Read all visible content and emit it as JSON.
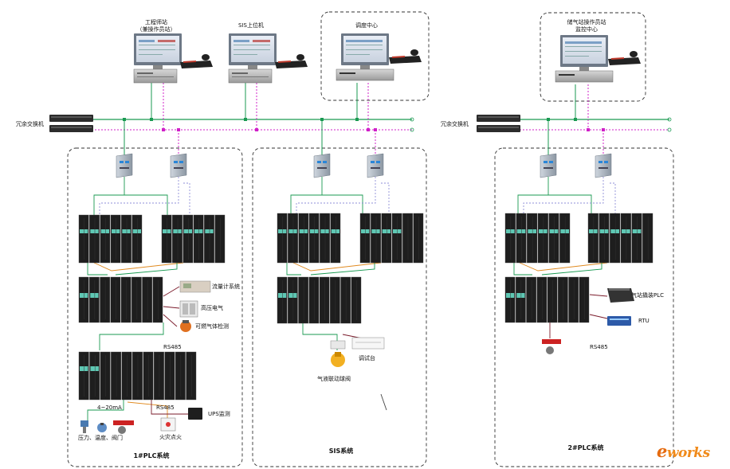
{
  "title": "",
  "nodes": {
    "engineer_station": "工程师站",
    "engineer_station_sub": "（兼操作员站）",
    "sis_station": "SIS上位机",
    "monitor_center": "调度中心",
    "gas_center_l1": "储气站操作员站",
    "gas_center_l2": "监控中心",
    "switch_left": "冗余交换机",
    "switch_right": "冗余交换机",
    "flow_meter": "流量计系统",
    "hv_electric": "高压电气",
    "gas_detector": "可燃气体检测",
    "rs485_a": "RS485",
    "signal_4_20": "4~20mA",
    "rs485_b": "RS485",
    "ups_monitor": "UPS监测",
    "field_instruments": "压力、温度、阀门",
    "fire_alarm": "火灾点火",
    "gas_valve": "气液联动球阀",
    "test_bench": "调试台",
    "gas_skid_plc": "气站撬装PLC",
    "rtu": "RTU",
    "rs485_c": "RS485"
  },
  "systems": {
    "plc1": "1#PLC系统",
    "sis": "SIS系统",
    "plc2": "2#PLC系统"
  },
  "watermark": {
    "prefix": "e",
    "text": "works"
  },
  "colors": {
    "green": "#1a9a52",
    "magenta": "#d020c8",
    "dashed_border": "#333333",
    "module_dark": "#1e1e1e",
    "module_accent": "#5fc8b4"
  },
  "icons": {
    "workstation": "workstation-icon",
    "switch": "network-switch-icon",
    "converter": "optical-converter-icon",
    "plc_rack": "plc-rack-icon"
  }
}
